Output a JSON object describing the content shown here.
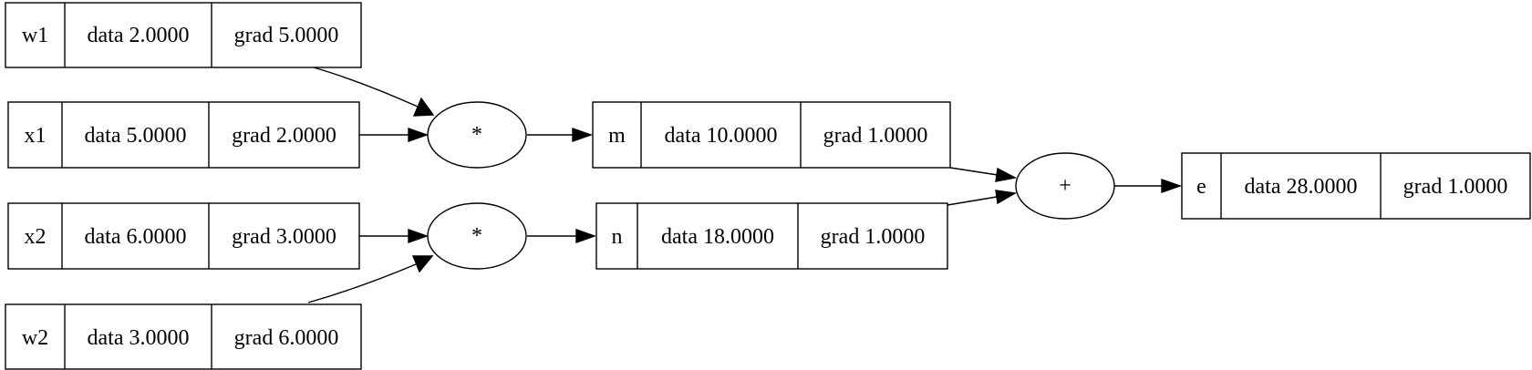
{
  "nodes": {
    "w1": {
      "label": "w1",
      "data": "data 2.0000",
      "grad": "grad 5.0000"
    },
    "x1": {
      "label": "x1",
      "data": "data 5.0000",
      "grad": "grad 2.0000"
    },
    "x2": {
      "label": "x2",
      "data": "data 6.0000",
      "grad": "grad 3.0000"
    },
    "w2": {
      "label": "w2",
      "data": "data 3.0000",
      "grad": "grad 6.0000"
    },
    "m": {
      "label": "m",
      "data": "data 10.0000",
      "grad": "grad 1.0000"
    },
    "n": {
      "label": "n",
      "data": "data 18.0000",
      "grad": "grad 1.0000"
    },
    "e": {
      "label": "e",
      "data": "data 28.0000",
      "grad": "grad 1.0000"
    }
  },
  "ops": {
    "mul_m": {
      "symbol": "*"
    },
    "mul_n": {
      "symbol": "*"
    },
    "add_e": {
      "symbol": "+"
    }
  },
  "edges": [
    {
      "from": "w1",
      "to": "mul_m"
    },
    {
      "from": "x1",
      "to": "mul_m"
    },
    {
      "from": "mul_m",
      "to": "m"
    },
    {
      "from": "x2",
      "to": "mul_n"
    },
    {
      "from": "w2",
      "to": "mul_n"
    },
    {
      "from": "mul_n",
      "to": "n"
    },
    {
      "from": "m",
      "to": "add_e"
    },
    {
      "from": "n",
      "to": "add_e"
    },
    {
      "from": "add_e",
      "to": "e"
    }
  ]
}
